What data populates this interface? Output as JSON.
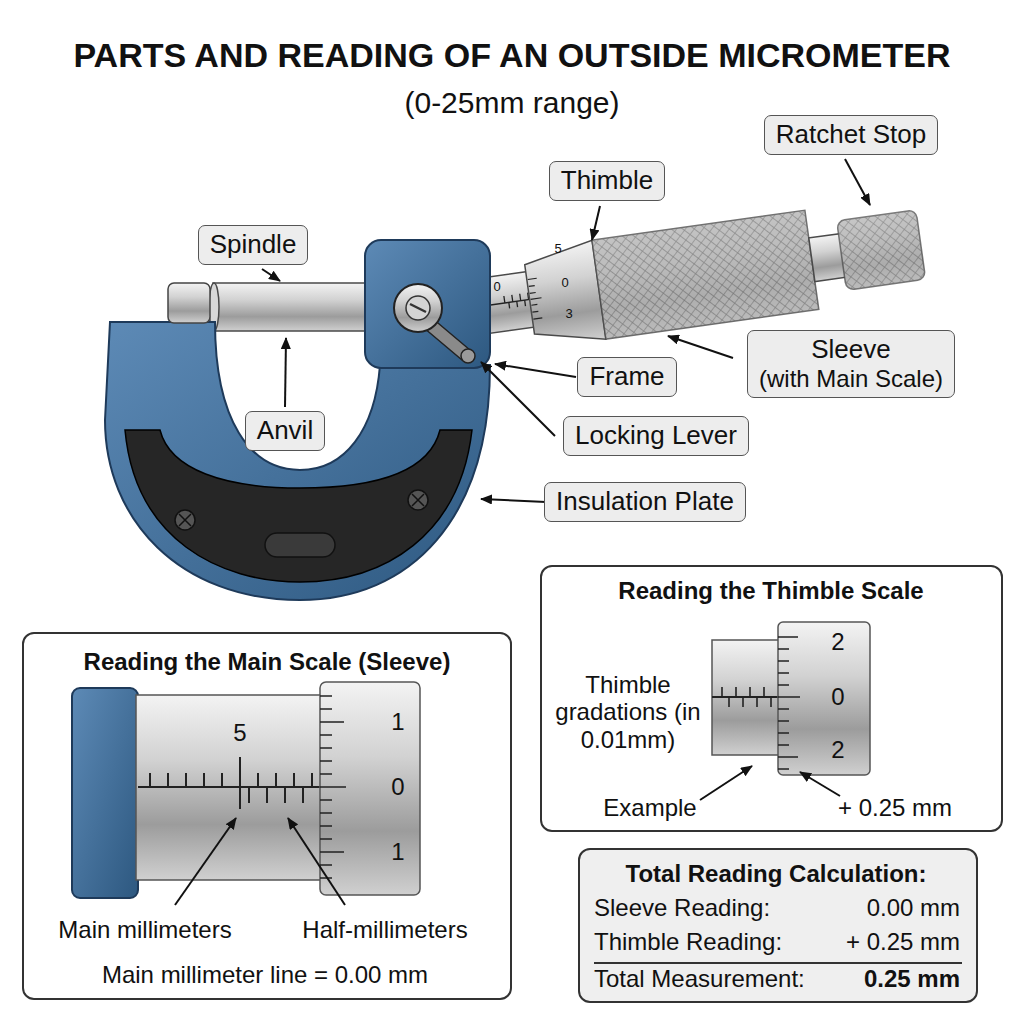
{
  "diagram": {
    "title": "PARTS AND READING OF AN OUTSIDE MICROMETER",
    "nodes": [
      {
        "text": [
          "Ratchet Stop"
        ]
      },
      {
        "text": [
          "Thimble"
        ]
      },
      {
        "text": [
          "Spindle"
        ]
      },
      {
        "text": [
          "Sleeve",
          "(with Main Scale)"
        ]
      },
      {
        "text": [
          "Frame"
        ]
      },
      {
        "text": [
          "Anvil"
        ]
      },
      {
        "text": [
          "Locking Lever"
        ]
      },
      {
        "text": [
          "Insulation Plate"
        ]
      },
      {
        "text": [
          "Reading the Main Scale (Sleeve)"
        ]
      },
      {
        "text": [
          "Reading the Thimble Scale"
        ]
      },
      {
        "text": [
          "Total Reading Calculation:",
          "Sleeve Reading:",
          "0.00 mm",
          "Thimble Reading:",
          "+ 0.25 mm",
          "Total Measurement:",
          "0.25 mm"
        ]
      }
    ],
    "labels": [
      "(0-25mm range)",
      "5",
      "0",
      "0",
      "3",
      "5",
      "1",
      "0",
      "1",
      "Main millimeters",
      "Half-millimeters",
      "Main millimeter line = 0.00 mm",
      "2",
      "0",
      "2",
      "Thimble gradations (in 0.01mm)",
      "Example",
      "+ 0.25 mm"
    ]
  }
}
